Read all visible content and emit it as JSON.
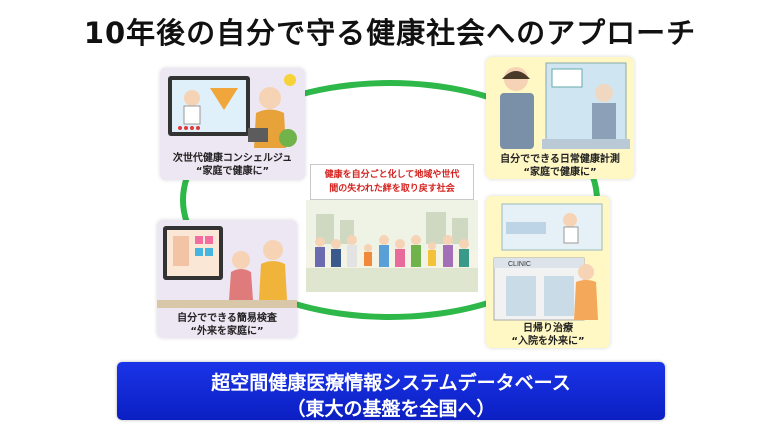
{
  "title": "10年後の自分で守る健康社会へのアプローチ",
  "center_caption": "健康を自分ごと化して地域や世代間の失われた絆を取り戻す社会",
  "center_caption_line1": "健康を自分ごと化して地域や世代",
  "center_caption_line2": "間の失われた絆を取り戻す社会",
  "panels": {
    "top_left": {
      "label": "次世代健康コンシェルジュ",
      "sublabel": "“家庭で健康に”"
    },
    "top_right": {
      "label": "自分でできる日常健康計測",
      "sublabel": "“家庭で健康に”"
    },
    "bottom_left": {
      "label": "自分でできる簡易検査",
      "sublabel": "“外来を家庭に”"
    },
    "bottom_right": {
      "label": "日帰り治療",
      "sublabel": "“入院を外来に”",
      "sign_text": "CLINIC"
    }
  },
  "banner": {
    "line1": "超空間健康医療情報システムデータベース",
    "line2": "（東大の基盤を全国へ）"
  },
  "colors": {
    "ring": "#2fb84a",
    "banner": "#0b1fc2",
    "center_caption": "#d4221e",
    "panel_purple": "#ede6f3",
    "panel_yellow": "#fff7c4"
  }
}
